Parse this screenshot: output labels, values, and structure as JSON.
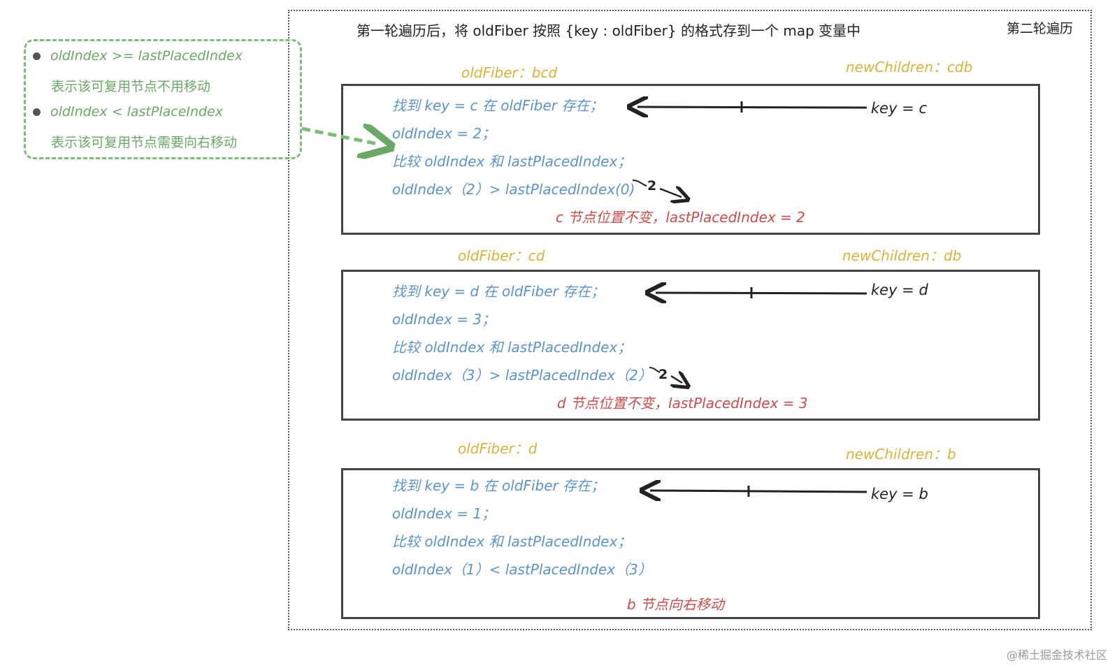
{
  "title": "第一轮遍历后，将 oldFiber 按照 {key : oldFiber} 的格式存到一个 map 变量中",
  "title2": "第二轮遍历",
  "legend": {
    "line1": "oldIndex >= lastPlacedIndex",
    "line2": "表示该可复用节点不用移动",
    "line3": "oldIndex < lastPlaceIndex",
    "line4": "表示该可复用节点需要向右移动"
  },
  "steps": [
    {
      "old_label": "oldFiber：bcd",
      "new_label": "newChildren：cdb",
      "lines": [
        "找到 key = c 在 oldFiber 存在；",
        "oldIndex = 2；",
        "比较 oldIndex 和 lastPlacedIndex；",
        "oldIndex（2）> lastPlacedIndex(0)"
      ],
      "result": "c 节点位置不变，lastPlacedIndex = 2",
      "key": "key = c",
      "mark": "2"
    },
    {
      "old_label": "oldFiber：cd",
      "new_label": "newChildren：db",
      "lines": [
        "找到 key = d 在 oldFiber 存在；",
        "oldIndex = 3；",
        "比较 oldIndex 和 lastPlacedIndex；",
        "oldIndex（3）> lastPlacedIndex（2）"
      ],
      "result": "d 节点位置不变，lastPlacedIndex = 3",
      "key": "key = d",
      "mark": "2"
    },
    {
      "old_label": "oldFiber：d",
      "new_label": "newChildren：b",
      "lines": [
        "找到 key = b 在 oldFiber 存在；",
        "oldIndex = 1；",
        "比较 oldIndex 和 lastPlacedIndex；",
        "oldIndex（1）< lastPlacedIndex（3）"
      ],
      "result": "b 节点向右移动",
      "key": "key = b"
    }
  ],
  "watermark": "@稀土掘金技术社区"
}
